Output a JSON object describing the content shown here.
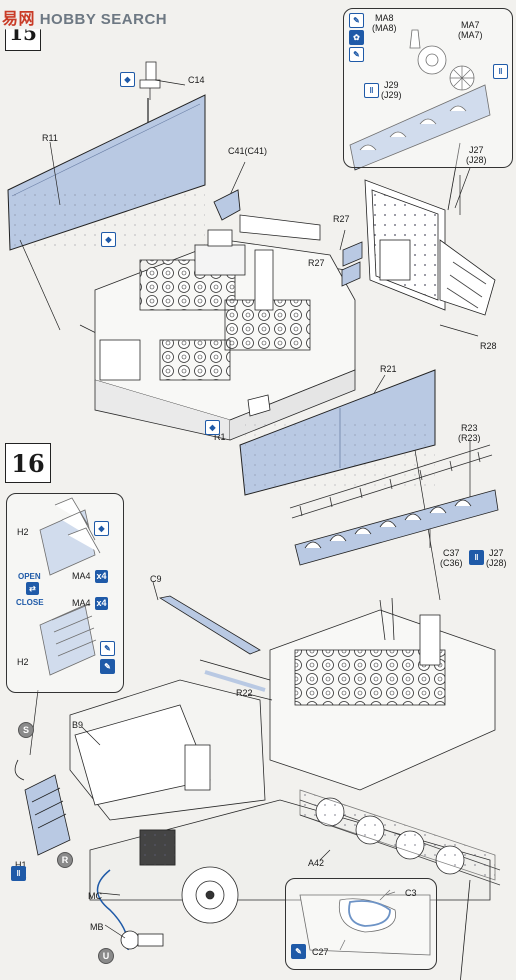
{
  "watermark": {
    "cn": "易",
    "cn2": "网",
    "text": "HOBBY SEARCH"
  },
  "steps": {
    "top_number": "15",
    "bottom_number": "16"
  },
  "step15": {
    "labels": {
      "c14": "C14",
      "r11": "R11",
      "c41": "C41(C41)",
      "r27a": "R27",
      "r27b": "R27",
      "r28": "R28",
      "r21": "R21",
      "r1": "R1",
      "r23": "R23\n(R23)",
      "c37": "C37\n(C36)",
      "j27b": "J27\n(J28)"
    },
    "callout": {
      "ma8": "MA8\n(MA8)",
      "ma7": "MA7\n(MA7)",
      "j29": "J29\n(J29)",
      "j27": "J27\n(J28)"
    }
  },
  "step16": {
    "labels": {
      "c9": "C9",
      "r22": "R22",
      "b9": "B9",
      "h2a": "H2",
      "h2b": "H2",
      "h1": "H1\nH2",
      "ma4a": "MA4",
      "ma4b": "MA4",
      "a42": "A42",
      "mc": "MC",
      "mb": "MB",
      "c3": "C3",
      "c27": "C27"
    },
    "open": "OPEN",
    "close": "CLOSE",
    "mult_a": "x4",
    "mult_b": "x4",
    "badge_s": "S",
    "badge_r": "R",
    "badge_u": "U"
  },
  "colors": {
    "part_fill": "#b9c9e3",
    "accent": "#1f5aa8",
    "line": "#2a2a2a"
  }
}
